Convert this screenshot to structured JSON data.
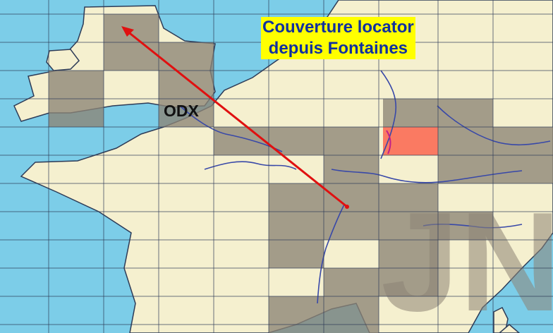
{
  "map": {
    "title_line1": "Couverture locator",
    "title_line2": "depuis Fontaines",
    "odx_label": "ODX",
    "watermark_text": "JN",
    "colors": {
      "sea": "#7ccde8",
      "land": "#f5f0cf",
      "worked_square": "#8c8475",
      "odx_square": "#fa7a62",
      "grid_line": "#2d3b57",
      "odx_path": "#e01010",
      "river": "#3848a8",
      "title_background": "#ffff00",
      "title_text": "#1030a0"
    },
    "icons": [
      "arrow-head-icon",
      "qth-marker-icon"
    ]
  }
}
